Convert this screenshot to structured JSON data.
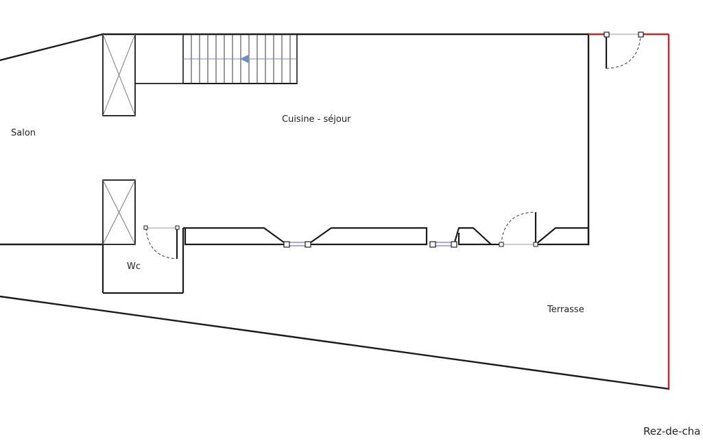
{
  "colors": {
    "wall": "#1a1a1a",
    "thin": "#555555",
    "boundary_red": "#cc2222",
    "window_blue": "#8888ff",
    "stair_arrow": "#6a8fd0"
  },
  "rooms": {
    "salon": "Salon",
    "cuisine": "Cuisine - séjour",
    "wc": "Wc",
    "terrasse": "Terrasse"
  },
  "footer": {
    "level": "Rez-de-cha"
  }
}
